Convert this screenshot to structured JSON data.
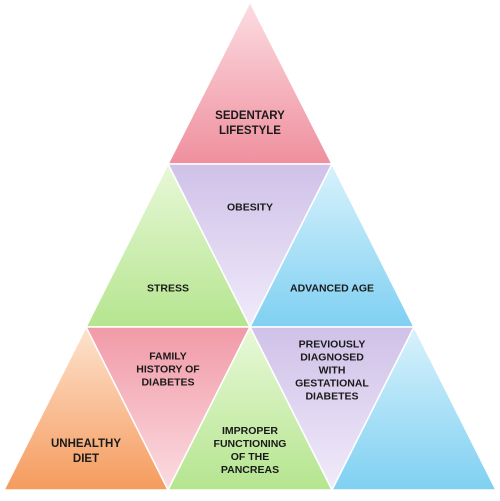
{
  "pyramid": {
    "top": "SEDENTARY\nLIFESTYLE",
    "obesity": "OBESITY",
    "stress": "STRESS",
    "advanced_age": "ADVANCED AGE",
    "family_history": "FAMILY\nHISTORY OF\nDIABETES",
    "gestational": "PREVIOUSLY\nDIAGNOSED\nWITH\nGESTATIONAL\nDIABETES",
    "unhealthy_diet": "UNHEALTHY\nDIET",
    "pancreas": "IMPROPER\nFUNCTIONING\nOF THE\nPANCREAS"
  },
  "colors": {
    "red": "#f3a6b1",
    "purple": "#ddd0ef",
    "green": "#cdeeb0",
    "blue": "#9fdcf4",
    "orange": "#f8b98c"
  }
}
